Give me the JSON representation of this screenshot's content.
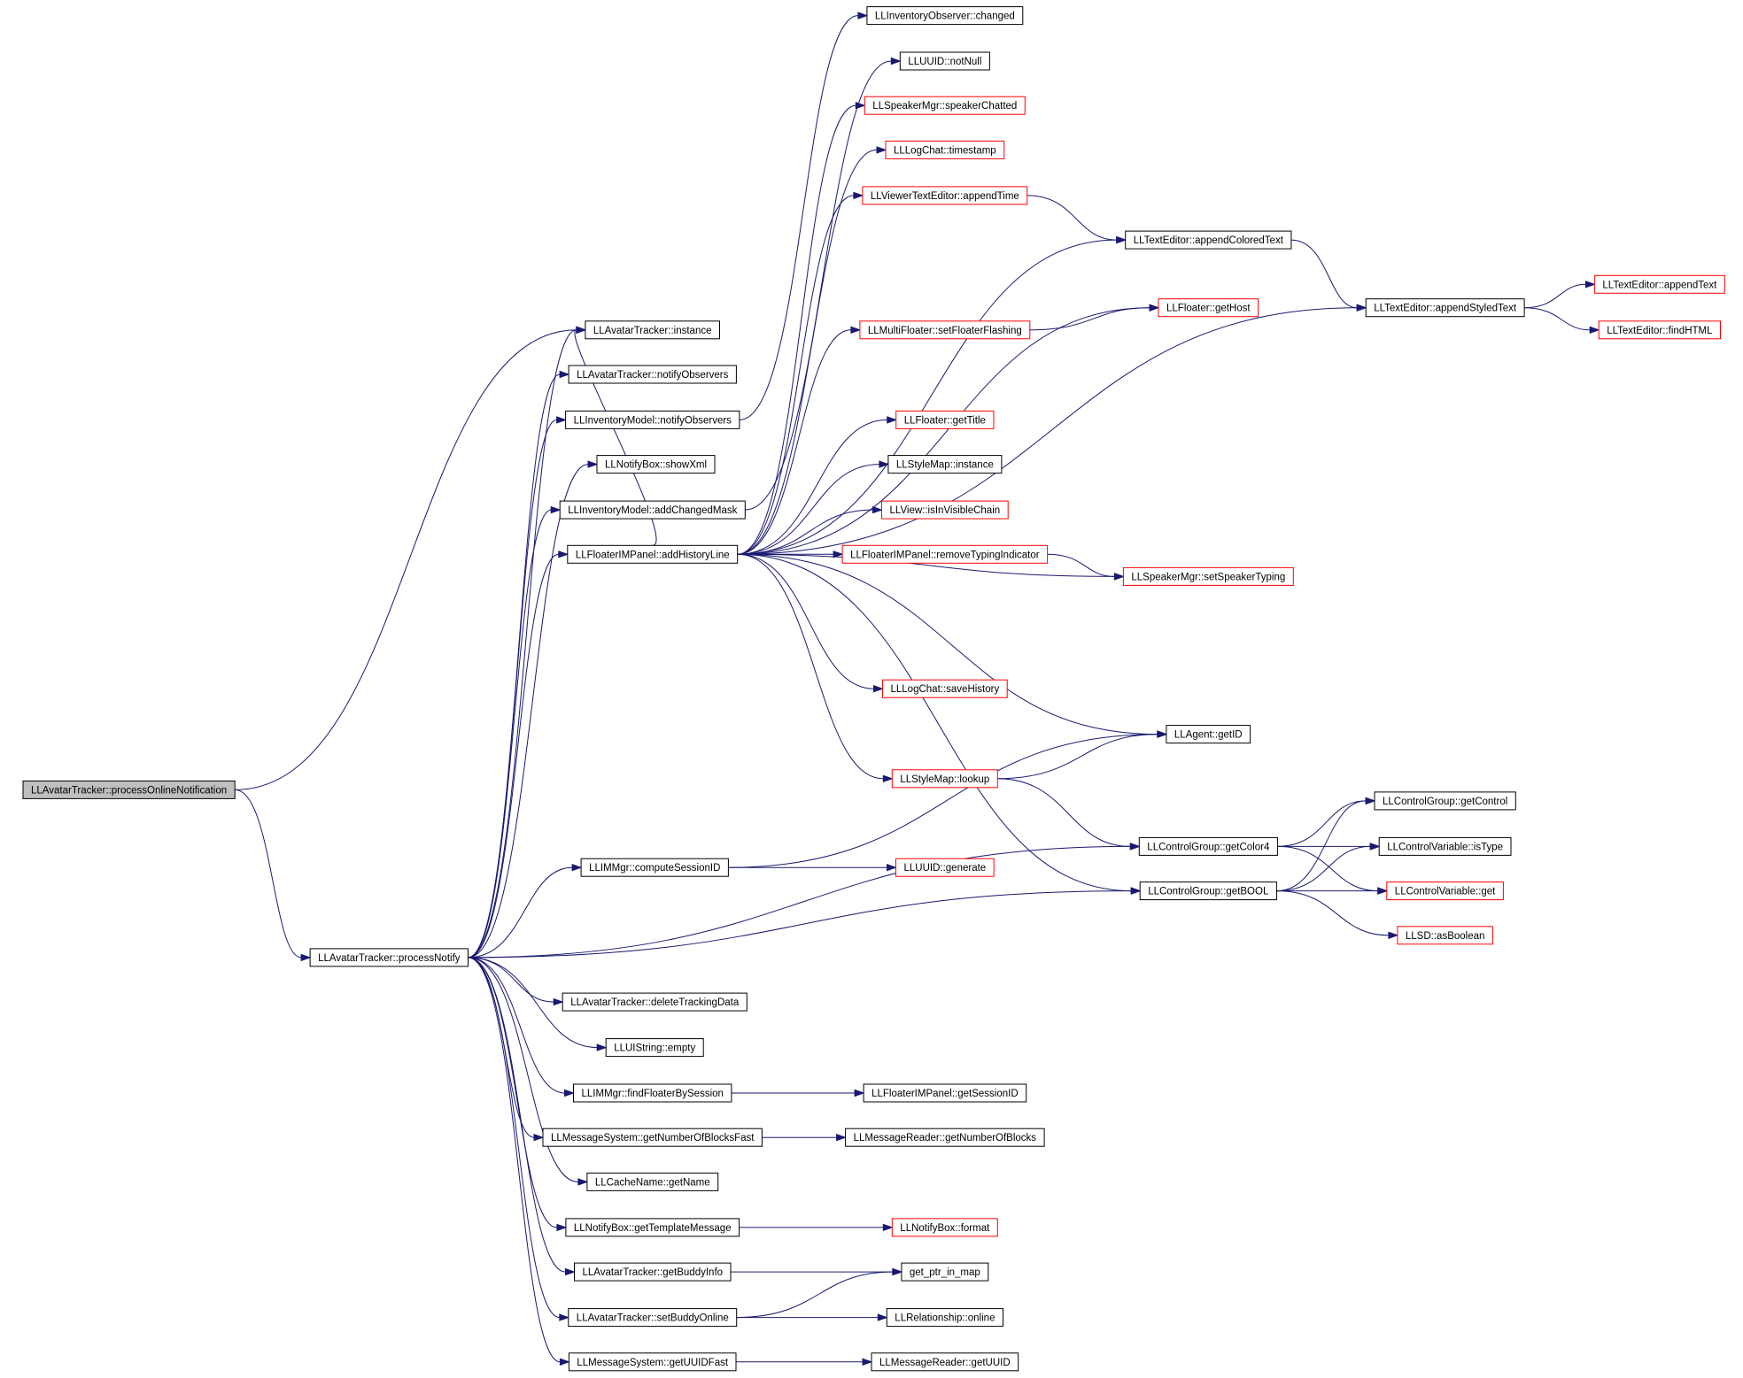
{
  "colors": {
    "edge": "#191970",
    "border_normal": "#000000",
    "border_truncated": "#ff0000",
    "fill_root": "#bfbfbf",
    "fill_normal": "#ffffff"
  },
  "nodes": [
    {
      "id": "root",
      "label": "LLAvatarTracker::processOnlineNotification",
      "style": "root"
    },
    {
      "id": "processNotify",
      "label": "LLAvatarTracker::processNotify",
      "style": "normal"
    },
    {
      "id": "atInstance",
      "label": "LLAvatarTracker::instance",
      "style": "normal"
    },
    {
      "id": "atNotifyObservers",
      "label": "LLAvatarTracker::notifyObservers",
      "style": "normal"
    },
    {
      "id": "imNotifyObservers",
      "label": "LLInventoryModel::notifyObservers",
      "style": "normal"
    },
    {
      "id": "showXml",
      "label": "LLNotifyBox::showXml",
      "style": "normal"
    },
    {
      "id": "addChangedMask",
      "label": "LLInventoryModel::addChangedMask",
      "style": "normal"
    },
    {
      "id": "addHistoryLine",
      "label": "LLFloaterIMPanel::addHistoryLine",
      "style": "normal"
    },
    {
      "id": "computeSessionID",
      "label": "LLIMMgr::computeSessionID",
      "style": "normal"
    },
    {
      "id": "deleteTrackingData",
      "label": "LLAvatarTracker::deleteTrackingData",
      "style": "normal"
    },
    {
      "id": "uistringEmpty",
      "label": "LLUIString::empty",
      "style": "normal"
    },
    {
      "id": "findFloaterBySession",
      "label": "LLIMMgr::findFloaterBySession",
      "style": "normal"
    },
    {
      "id": "getNumberOfBlocksFast",
      "label": "LLMessageSystem::getNumberOfBlocksFast",
      "style": "normal"
    },
    {
      "id": "cacheGetName",
      "label": "LLCacheName::getName",
      "style": "normal"
    },
    {
      "id": "getTemplateMessage",
      "label": "LLNotifyBox::getTemplateMessage",
      "style": "normal"
    },
    {
      "id": "getBuddyInfo",
      "label": "LLAvatarTracker::getBuddyInfo",
      "style": "normal"
    },
    {
      "id": "setBuddyOnline",
      "label": "LLAvatarTracker::setBuddyOnline",
      "style": "normal"
    },
    {
      "id": "getUUIDFast",
      "label": "LLMessageSystem::getUUIDFast",
      "style": "normal"
    },
    {
      "id": "observerChanged",
      "label": "LLInventoryObserver::changed",
      "style": "normal"
    },
    {
      "id": "notNull",
      "label": "LLUUID::notNull",
      "style": "normal"
    },
    {
      "id": "speakerChatted",
      "label": "LLSpeakerMgr::speakerChatted",
      "style": "truncated"
    },
    {
      "id": "logTimestamp",
      "label": "LLLogChat::timestamp",
      "style": "truncated"
    },
    {
      "id": "appendTime",
      "label": "LLViewerTextEditor::appendTime",
      "style": "truncated"
    },
    {
      "id": "setFloaterFlashing",
      "label": "LLMultiFloater::setFloaterFlashing",
      "style": "truncated"
    },
    {
      "id": "getTitle",
      "label": "LLFloater::getTitle",
      "style": "truncated"
    },
    {
      "id": "styleInstance",
      "label": "LLStyleMap::instance",
      "style": "normal"
    },
    {
      "id": "isInVisibleChain",
      "label": "LLView::isInVisibleChain",
      "style": "truncated"
    },
    {
      "id": "removeTypingIndicator",
      "label": "LLFloaterIMPanel::removeTypingIndicator",
      "style": "truncated"
    },
    {
      "id": "saveHistory",
      "label": "LLLogChat::saveHistory",
      "style": "truncated"
    },
    {
      "id": "styleLookup",
      "label": "LLStyleMap::lookup",
      "style": "truncated"
    },
    {
      "id": "uuidGenerate",
      "label": "LLUUID::generate",
      "style": "truncated"
    },
    {
      "id": "getSessionID",
      "label": "LLFloaterIMPanel::getSessionID",
      "style": "normal"
    },
    {
      "id": "getNumberOfBlocks",
      "label": "LLMessageReader::getNumberOfBlocks",
      "style": "normal"
    },
    {
      "id": "notifyFormat",
      "label": "LLNotifyBox::format",
      "style": "truncated"
    },
    {
      "id": "getPtrInMap",
      "label": "get_ptr_in_map",
      "style": "normal"
    },
    {
      "id": "relOnline",
      "label": "LLRelationship::online",
      "style": "normal"
    },
    {
      "id": "readerGetUUID",
      "label": "LLMessageReader::getUUID",
      "style": "normal"
    },
    {
      "id": "appendColoredText",
      "label": "LLTextEditor::appendColoredText",
      "style": "normal"
    },
    {
      "id": "floaterGetHost",
      "label": "LLFloater::getHost",
      "style": "truncated"
    },
    {
      "id": "setSpeakerTyping",
      "label": "LLSpeakerMgr::setSpeakerTyping",
      "style": "truncated"
    },
    {
      "id": "agentGetID",
      "label": "LLAgent::getID",
      "style": "normal"
    },
    {
      "id": "getColor4",
      "label": "LLControlGroup::getColor4",
      "style": "normal"
    },
    {
      "id": "getBOOL",
      "label": "LLControlGroup::getBOOL",
      "style": "normal"
    },
    {
      "id": "appendStyledText",
      "label": "LLTextEditor::appendStyledText",
      "style": "normal"
    },
    {
      "id": "getControl",
      "label": "LLControlGroup::getControl",
      "style": "normal"
    },
    {
      "id": "isType",
      "label": "LLControlVariable::isType",
      "style": "normal"
    },
    {
      "id": "ctrlVarGet",
      "label": "LLControlVariable::get",
      "style": "truncated"
    },
    {
      "id": "asBoolean",
      "label": "LLSD::asBoolean",
      "style": "truncated"
    },
    {
      "id": "appendText",
      "label": "LLTextEditor::appendText",
      "style": "truncated"
    },
    {
      "id": "findHTML",
      "label": "LLTextEditor::findHTML",
      "style": "truncated"
    }
  ],
  "edges": [
    [
      "root",
      "atInstance"
    ],
    [
      "root",
      "processNotify"
    ],
    [
      "processNotify",
      "atInstance"
    ],
    [
      "processNotify",
      "atNotifyObservers"
    ],
    [
      "processNotify",
      "imNotifyObservers"
    ],
    [
      "processNotify",
      "showXml"
    ],
    [
      "processNotify",
      "addChangedMask"
    ],
    [
      "processNotify",
      "addHistoryLine"
    ],
    [
      "processNotify",
      "computeSessionID"
    ],
    [
      "processNotify",
      "getColor4"
    ],
    [
      "processNotify",
      "getBOOL"
    ],
    [
      "processNotify",
      "deleteTrackingData"
    ],
    [
      "processNotify",
      "uistringEmpty"
    ],
    [
      "processNotify",
      "findFloaterBySession"
    ],
    [
      "processNotify",
      "getNumberOfBlocksFast"
    ],
    [
      "processNotify",
      "cacheGetName"
    ],
    [
      "processNotify",
      "getTemplateMessage"
    ],
    [
      "processNotify",
      "getBuddyInfo"
    ],
    [
      "processNotify",
      "setBuddyOnline"
    ],
    [
      "processNotify",
      "getUUIDFast"
    ],
    [
      "imNotifyObservers",
      "observerChanged"
    ],
    [
      "addChangedMask",
      "notNull"
    ],
    [
      "addHistoryLine",
      "atInstance"
    ],
    [
      "addHistoryLine",
      "speakerChatted"
    ],
    [
      "addHistoryLine",
      "logTimestamp"
    ],
    [
      "addHistoryLine",
      "appendTime"
    ],
    [
      "addHistoryLine",
      "appendColoredText"
    ],
    [
      "addHistoryLine",
      "floaterGetHost"
    ],
    [
      "addHistoryLine",
      "setFloaterFlashing"
    ],
    [
      "addHistoryLine",
      "appendStyledText"
    ],
    [
      "addHistoryLine",
      "getTitle"
    ],
    [
      "addHistoryLine",
      "styleInstance"
    ],
    [
      "addHistoryLine",
      "isInVisibleChain"
    ],
    [
      "addHistoryLine",
      "removeTypingIndicator"
    ],
    [
      "addHistoryLine",
      "setSpeakerTyping"
    ],
    [
      "addHistoryLine",
      "saveHistory"
    ],
    [
      "addHistoryLine",
      "agentGetID"
    ],
    [
      "addHistoryLine",
      "styleLookup"
    ],
    [
      "addHistoryLine",
      "getBOOL"
    ],
    [
      "computeSessionID",
      "agentGetID"
    ],
    [
      "computeSessionID",
      "uuidGenerate"
    ],
    [
      "findFloaterBySession",
      "getSessionID"
    ],
    [
      "getNumberOfBlocksFast",
      "getNumberOfBlocks"
    ],
    [
      "getTemplateMessage",
      "notifyFormat"
    ],
    [
      "getBuddyInfo",
      "getPtrInMap"
    ],
    [
      "setBuddyOnline",
      "getPtrInMap"
    ],
    [
      "setBuddyOnline",
      "relOnline"
    ],
    [
      "getUUIDFast",
      "readerGetUUID"
    ],
    [
      "appendTime",
      "appendColoredText"
    ],
    [
      "appendColoredText",
      "appendStyledText"
    ],
    [
      "setFloaterFlashing",
      "floaterGetHost"
    ],
    [
      "removeTypingIndicator",
      "setSpeakerTyping"
    ],
    [
      "styleLookup",
      "agentGetID"
    ],
    [
      "styleLookup",
      "getColor4"
    ],
    [
      "getColor4",
      "getControl"
    ],
    [
      "getColor4",
      "isType"
    ],
    [
      "getColor4",
      "ctrlVarGet"
    ],
    [
      "getBOOL",
      "getControl"
    ],
    [
      "getBOOL",
      "isType"
    ],
    [
      "getBOOL",
      "ctrlVarGet"
    ],
    [
      "getBOOL",
      "asBoolean"
    ],
    [
      "appendStyledText",
      "appendText"
    ],
    [
      "appendStyledText",
      "findHTML"
    ]
  ]
}
